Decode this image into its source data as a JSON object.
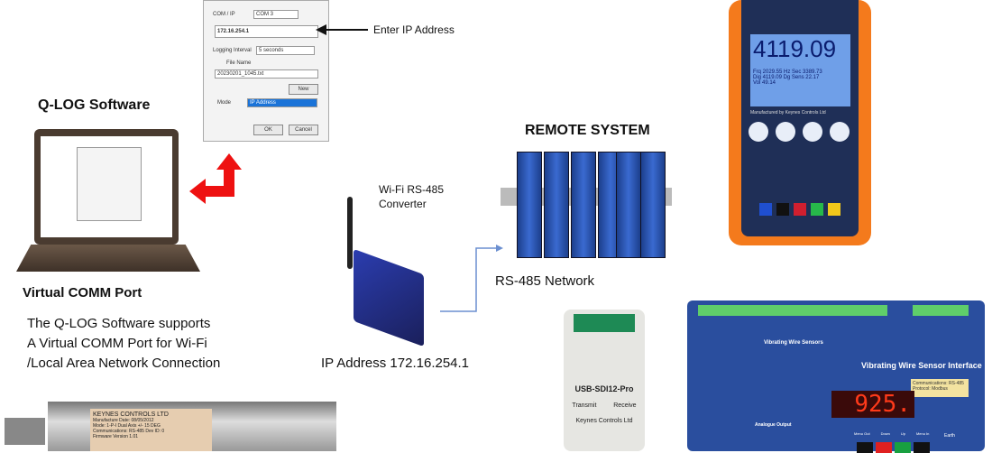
{
  "dialog": {
    "com_label": "COM / IP",
    "com_value": "COM 3",
    "ip_value": "172.16.254.1",
    "interval_label": "Logging Interval",
    "interval_value": "5 seconds",
    "file_label": "File Name",
    "file_value": "20230201_1045.txt",
    "new_button": "New",
    "mode_label": "Mode",
    "mode_value": "IP Address",
    "ok_button": "OK",
    "cancel_button": "Cancel"
  },
  "annotations": {
    "enter_ip": "Enter IP Address",
    "qlog_title": "Q-LOG Software",
    "virtual_comm_title": "Virtual COMM Port",
    "description": [
      "The Q-LOG Software supports",
      "A Virtual COMM Port for Wi-Fi",
      "/Local Area Network Connection"
    ],
    "wifi_converter": [
      "Wi-Fi RS-485",
      "Converter"
    ],
    "ip_address": "IP Address  172.16.254.1",
    "remote_system": "REMOTE SYSTEM",
    "rs485_network": "RS-485 Network"
  },
  "handheld": {
    "reading": "4119.09",
    "rows": [
      "Frq 2029.55 Hz Sec 3389.73",
      "Dig 4119.09 Dg Sens 22.17",
      "Vol 49.14"
    ],
    "footer": "Manufactured by Keynes Controls Ltd"
  },
  "usb_device": {
    "name": "USB-SDI12-Pro",
    "transmit": "Transmit",
    "receive": "Receive",
    "maker": "Keynes Controls Ltd"
  },
  "interface": {
    "title": "Vibrating Wire Sensor Interface",
    "sensors_label": "Vibrating Wire Sensors",
    "analogue_output": "Analogue Output",
    "comms": "Communications: RS-485 Protocol: Modbus",
    "display": "925.",
    "buttons": [
      "Menu Out",
      "Down",
      "Up",
      "Menu In"
    ],
    "earth": "Earth"
  },
  "tube": {
    "maker": "KEYNES CONTROLS LTD",
    "lines": [
      "Manufacture Date: 08/05/2012",
      "Mode: 1-P-I Dual Axis +/- 15 DEG",
      "Communications: RS-485 Dev ID: 0",
      "Firmware Version 1.01"
    ]
  },
  "colors": {
    "arrow_red": "#ee1111",
    "connector_blue": "#6b8fd0",
    "handheld_orange": "#f47a1c",
    "interface_blue": "#2a4e9e"
  }
}
